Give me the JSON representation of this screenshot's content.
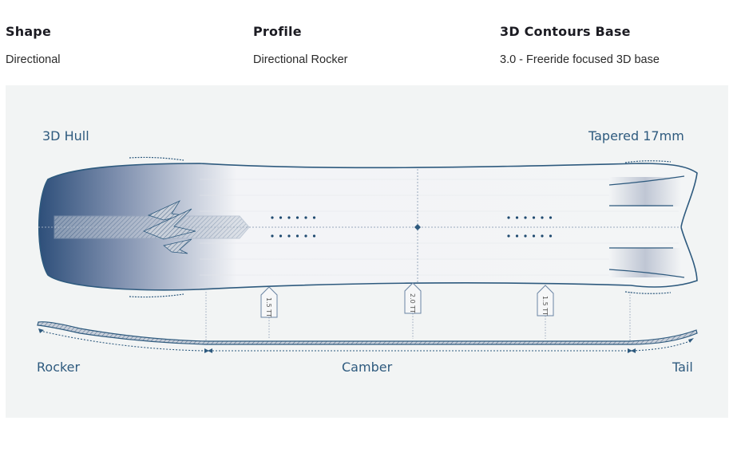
{
  "specs": [
    {
      "title": "Shape",
      "value": "Directional"
    },
    {
      "title": "Profile",
      "value": "Directional Rocker"
    },
    {
      "title": "3D Contours Base",
      "value": "3.0 - Freeride focused 3D base"
    }
  ],
  "diagram": {
    "hull_label": "3D Hull",
    "taper_label": "Tapered 17mm",
    "rocker_label": "Rocker",
    "camber_label": "Camber",
    "tail_label": "Tail",
    "tags": [
      "1.5 TT",
      "2.0 TT",
      "1.5 TT"
    ],
    "colors": {
      "line": "#2e5a7e",
      "panel": "#f2f4f4"
    }
  }
}
